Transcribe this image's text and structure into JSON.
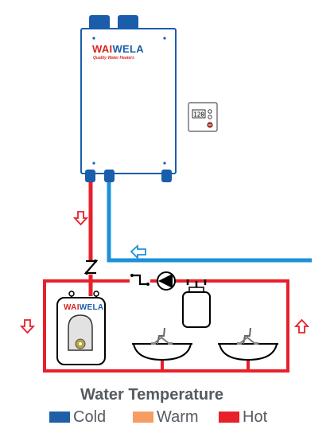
{
  "heater": {
    "brand_prefix": "WAI",
    "brand_suffix": "WELA",
    "tagline": "Quality Water Heaters"
  },
  "tank": {
    "brand_prefix": "WAI",
    "brand_suffix": "WELA"
  },
  "controller": {
    "display_value": "120"
  },
  "legend": {
    "title": "Water Temperature",
    "items": [
      {
        "label": "Cold",
        "color": "#1f5fa8"
      },
      {
        "label": "Warm",
        "color": "#f59d62"
      },
      {
        "label": "Hot",
        "color": "#e8202a"
      }
    ]
  },
  "colors": {
    "cold_pipe": "#1e90d8",
    "hot_pipe": "#e8202a",
    "heater_outline": "#1a5dab",
    "connector": "#1a5dab",
    "brand_red": "#d7261e",
    "brand_blue": "#1a5dab",
    "pump": "#000000"
  }
}
